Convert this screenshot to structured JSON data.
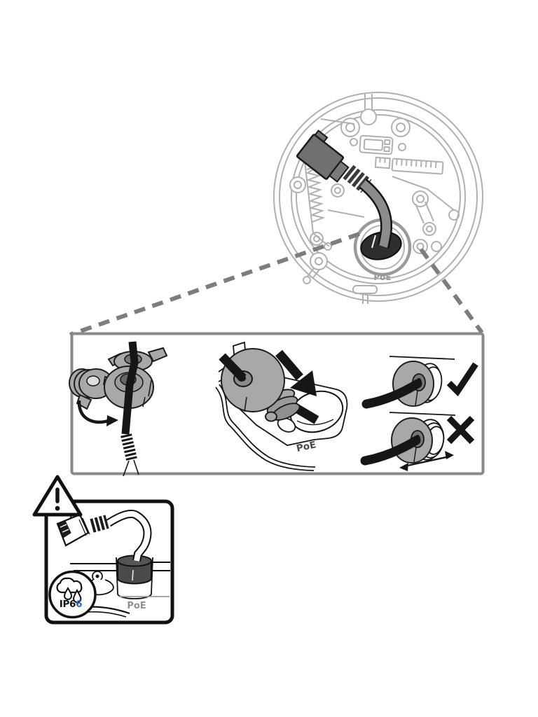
{
  "illustration": {
    "device_view": {
      "poe_label": "PoE"
    },
    "detail_panel": {
      "step2_poe_label": "PoE"
    },
    "warning_box": {
      "poe_label": "PoE",
      "ip_rating": "IP66",
      "ip_rating_prefix": "IP6",
      "ip_rating_accent": "6"
    }
  },
  "icons": [
    "warning-icon",
    "check-icon",
    "cross-icon",
    "rotate-arrow-icon",
    "insert-arrow-icon",
    "slide-arrow-icon",
    "rain-cloud-icon",
    "poe-grommet",
    "rj45-connector"
  ],
  "colors": {
    "line_gray": "#b0b0b0",
    "panel_border": "#8a8a8a",
    "dark_line": "#161616",
    "grommet_gray": "#a8a8a8",
    "cable_dark": "#2e2e2e",
    "accent_blue": "#2a6bc6"
  }
}
